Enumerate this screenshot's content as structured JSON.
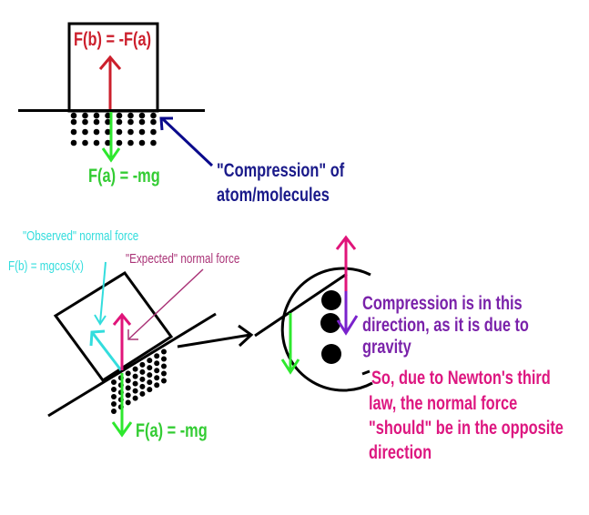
{
  "colors": {
    "black": "#000000",
    "red": "#cc1f2c",
    "green": "#2ee82e",
    "green_text": "#33cc33",
    "blue": "#0a0a8c",
    "blue_text": "#1a1a8a",
    "cyan": "#33dddd",
    "magenta": "#e0157a",
    "magenta_text": "#aa3377",
    "purple": "#7a22cc",
    "purple_text": "#7a22aa",
    "pink_text": "#dd1780"
  },
  "top_diagram": {
    "box_force_label": "F(b) = -F(a)",
    "ground_force_label": "F(a) = -mg",
    "compression_label_line1": "\"Compression\" of",
    "compression_label_line2": "atom/molecules"
  },
  "incline_diagram": {
    "observed_label": "\"Observed\" normal force",
    "observed_formula": "F(b) = mgcos(x)",
    "expected_label": "\"Expected\" normal force",
    "gravity_label": "F(a) = -mg"
  },
  "zoom_detail": {
    "compression_note": [
      "Compression is in this",
      "direction, as it is due to",
      "gravity"
    ],
    "newton_note": [
      "So, due to Newton's third",
      "law, the normal force",
      "\"should\" be in the opposite",
      "direction"
    ]
  }
}
